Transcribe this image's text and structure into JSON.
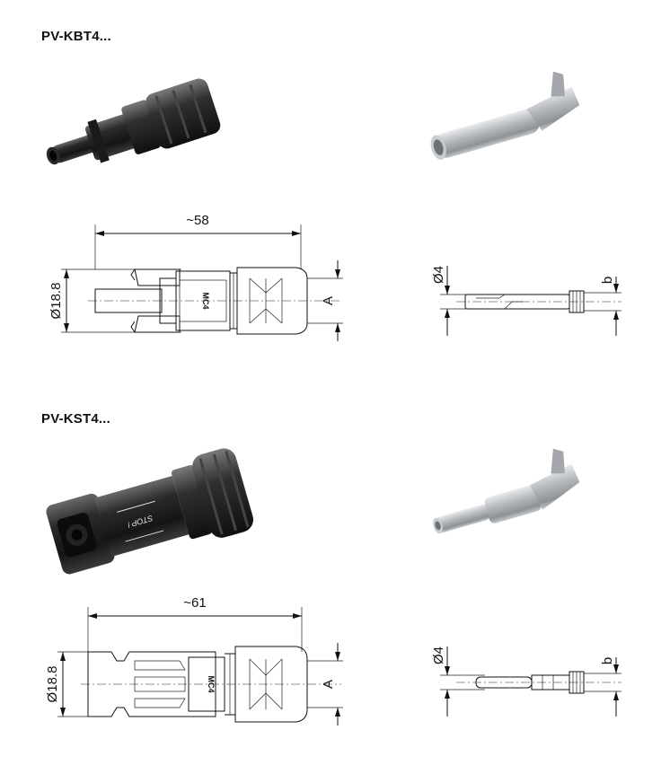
{
  "sections": [
    {
      "title": "PV-KBT4...",
      "connector": {
        "length": "~58",
        "diameter": "Ø18.8",
        "cable_dim": "A",
        "marking": "MC4"
      },
      "contact": {
        "diameter": "Ø4",
        "cable_dim": "b"
      }
    },
    {
      "title": "PV-KST4...",
      "connector": {
        "length": "~61",
        "diameter": "Ø18.8",
        "cable_dim": "A",
        "marking": "MC4",
        "stop_text": "STOP !"
      },
      "contact": {
        "diameter": "Ø4",
        "cable_dim": "b"
      }
    }
  ],
  "colors": {
    "connector_body": "#1c1c1c",
    "contact_metal": "#b9bcc0",
    "line": "#111111"
  }
}
